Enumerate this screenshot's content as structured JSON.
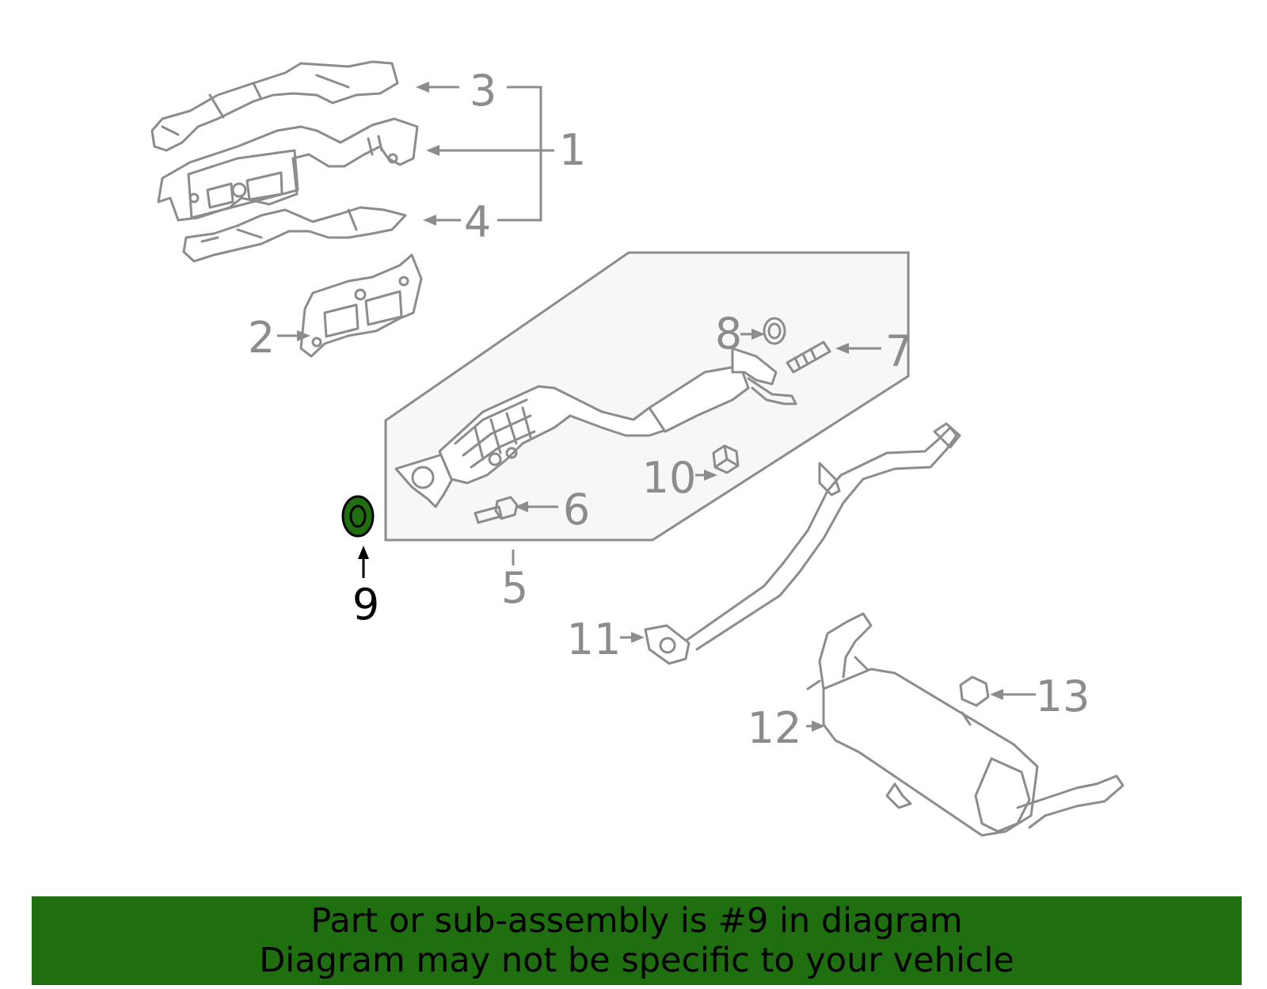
{
  "diagram": {
    "callouts": [
      {
        "id": "1",
        "label": "1"
      },
      {
        "id": "2",
        "label": "2"
      },
      {
        "id": "3",
        "label": "3"
      },
      {
        "id": "4",
        "label": "4"
      },
      {
        "id": "5",
        "label": "5"
      },
      {
        "id": "6",
        "label": "6"
      },
      {
        "id": "7",
        "label": "7"
      },
      {
        "id": "8",
        "label": "8"
      },
      {
        "id": "9",
        "label": "9"
      },
      {
        "id": "10",
        "label": "10"
      },
      {
        "id": "11",
        "label": "11"
      },
      {
        "id": "12",
        "label": "12"
      },
      {
        "id": "13",
        "label": "13"
      }
    ],
    "highlighted_part": "9",
    "colors": {
      "line": "#8c8c8c",
      "highlight_fill": "#1f6e10",
      "group_fill": "#f7f7f7",
      "banner_bg": "#1f6e10"
    }
  },
  "banner": {
    "line1": "Part or sub-assembly is #9 in diagram",
    "line2": "Diagram may not be specific to your vehicle"
  }
}
